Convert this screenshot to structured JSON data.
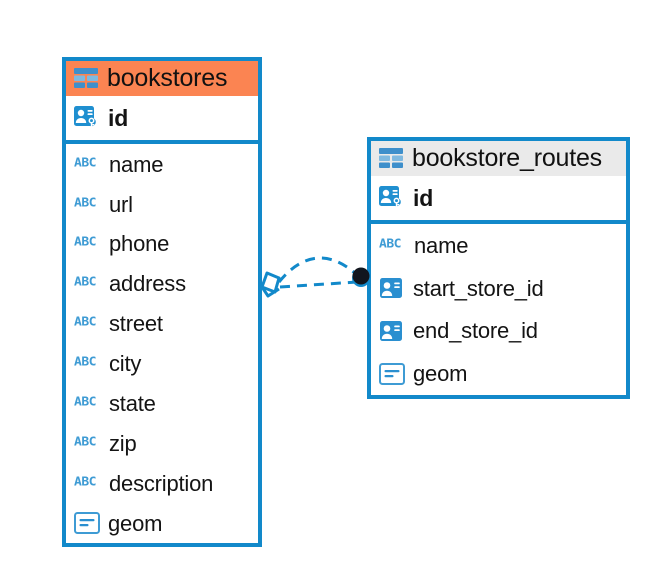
{
  "diagram": {
    "type": "entity-relationship-diagram",
    "background_color": "#ffffff",
    "accent_color": "#1289CA",
    "highlight_color": "#FB8452",
    "header_gray": "#EAEAEA"
  },
  "entities": [
    {
      "name": "bookstores",
      "header_style": "orange",
      "table_icon": "table-icon",
      "primary_key": {
        "label": "id",
        "icon": "primary-key-icon"
      },
      "fields": [
        {
          "label": "name",
          "icon": "abc-text-icon",
          "type": "text"
        },
        {
          "label": "url",
          "icon": "abc-text-icon",
          "type": "text"
        },
        {
          "label": "phone",
          "icon": "abc-text-icon",
          "type": "text"
        },
        {
          "label": "address",
          "icon": "abc-text-icon",
          "type": "text"
        },
        {
          "label": "street",
          "icon": "abc-text-icon",
          "type": "text"
        },
        {
          "label": "city",
          "icon": "abc-text-icon",
          "type": "text"
        },
        {
          "label": "state",
          "icon": "abc-text-icon",
          "type": "text"
        },
        {
          "label": "zip",
          "icon": "abc-text-icon",
          "type": "text"
        },
        {
          "label": "description",
          "icon": "abc-text-icon",
          "type": "text"
        },
        {
          "label": "geom",
          "icon": "geometry-icon",
          "type": "geometry"
        }
      ]
    },
    {
      "name": "bookstore_routes",
      "header_style": "gray",
      "table_icon": "table-icon",
      "primary_key": {
        "label": "id",
        "icon": "primary-key-icon"
      },
      "fields": [
        {
          "label": "name",
          "icon": "abc-text-icon",
          "type": "text"
        },
        {
          "label": "start_store_id",
          "icon": "foreign-key-icon",
          "type": "foreign-key"
        },
        {
          "label": "end_store_id",
          "icon": "foreign-key-icon",
          "type": "foreign-key"
        },
        {
          "label": "geom",
          "icon": "geometry-icon",
          "type": "geometry"
        }
      ]
    }
  ],
  "relationship": {
    "from_entity": "bookstores",
    "to_entity": "bookstore_routes",
    "line_style": "dashed",
    "line_color": "#1289CA",
    "source_marker": "diamond-marker",
    "target_marker": "filled-circle-marker"
  },
  "icon_glyphs": {
    "abc_label": "ABC"
  }
}
